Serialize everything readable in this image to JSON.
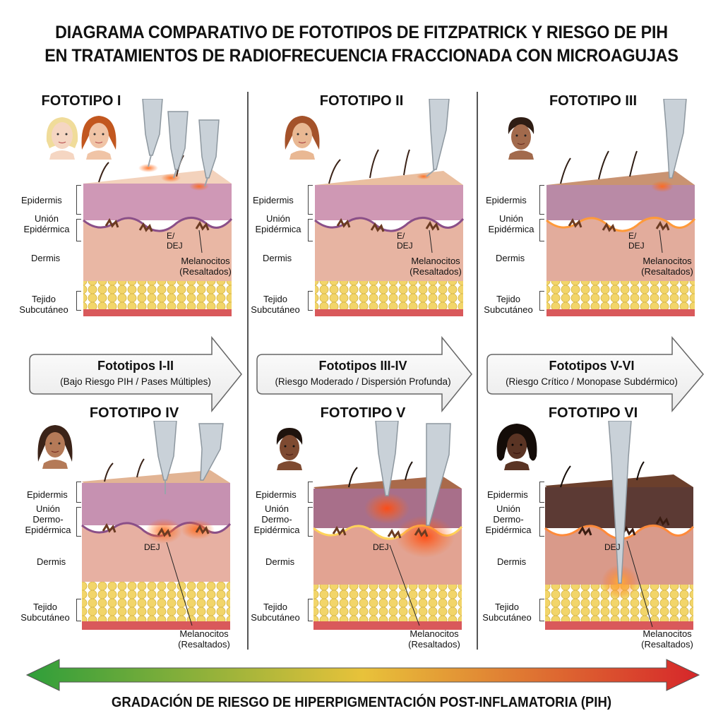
{
  "title": {
    "line1": "DIAGRAMA COMPARATIVO DE FOTOTIPOS DE FITZPATRICK Y RIESGO DE PIH",
    "line2": "EN TRATAMIENTOS DE RADIOFRECUENCIA FRACCIONADA CON MICROAGUJAS"
  },
  "colors": {
    "risk_low": "#2e9e3a",
    "risk_mid": "#e8c23a",
    "risk_high": "#d6262a",
    "melanocyte": "#6b3b22",
    "heat": "#ff6a1a"
  },
  "panels": [
    {
      "title": "FOTOTIPO I",
      "labels": [
        "Epidermis",
        "Unión Epidérmica",
        "Dermis",
        "Tejido Subcutáneo"
      ],
      "dej": "E/ DEJ",
      "melanocytes": "Melanocitos (Resaltados)",
      "skin_top": "#f3d2bc",
      "skin_side": "#e9b7a4",
      "epi_band": "#cf98b6",
      "faces": [
        "#f5d6c2",
        "#f0c4a6"
      ],
      "hair": [
        "#f0dc9a",
        "#c2571f"
      ],
      "needles": 3
    },
    {
      "title": "FOTOTIPO II",
      "labels": [
        "Epidermis",
        "Unión Epidérmica",
        "Dermis",
        "Tejido Subcutáneo"
      ],
      "dej": "E/ DEJ",
      "melanocytes": "Melanocitos (Resaltados)",
      "skin_top": "#eabfa0",
      "skin_side": "#e7b4a2",
      "epi_band": "#cf98b4",
      "faces": [
        "#e9b893"
      ],
      "hair": [
        "#a4522a"
      ],
      "needles": 1
    },
    {
      "title": "FOTOTIPO III",
      "labels": [
        "Epidermis",
        "Unión Epidérmica",
        "Dermis",
        "Tejido Subcutáneo"
      ],
      "dej": "E/ DEJ",
      "melanocytes": "Melanocitos (Resaltados)",
      "skin_top": "#c99372",
      "skin_side": "#e2ac9c",
      "epi_band": "#b98aa6",
      "faces": [
        "#a26a4c"
      ],
      "hair": [
        "#2f1d14"
      ],
      "needles": 1
    },
    {
      "title": "FOTOTIPO IV",
      "labels": [
        "Epidermis",
        "Unión Dermo-Epidérmica",
        "Dermis",
        "Tejido Subcutáneo"
      ],
      "dej": "DEJ",
      "melanocytes": "Melanocitos (Resaltados)",
      "skin_top": "#e2b494",
      "skin_side": "#e7b0a2",
      "epi_band": "#c691b1",
      "faces": [
        "#b47a58"
      ],
      "hair": [
        "#3b2318"
      ],
      "needles": 2
    },
    {
      "title": "FOTOTIPO V",
      "labels": [
        "Epidermis",
        "Unión Dermo-Epidérmica",
        "Dermis",
        "Tejido Subcutáneo"
      ],
      "dej": "DEJ",
      "melanocytes": "Melanocitos (Resaltados)",
      "skin_top": "#a96a4b",
      "skin_side": "#e2a392",
      "epi_band": "#a86f8a",
      "faces": [
        "#7e4a31"
      ],
      "hair": [
        "#1f130d"
      ],
      "needles": 2
    },
    {
      "title": "FOTOTIPO VI",
      "labels": [
        "Epidermis",
        "Unión Dermo-Epidérmica",
        "Dermis",
        "Tejido Subcutáneo"
      ],
      "dej": "DEJ",
      "melanocytes": "Melanocitos (Resaltados)",
      "skin_top": "#6b3f2c",
      "skin_side": "#d99a8a",
      "epi_band": "#5c3a34",
      "faces": [
        "#5a3424"
      ],
      "hair": [
        "#140c08"
      ],
      "needles": 1
    }
  ],
  "banners": [
    {
      "line1": "Fototipos I-II",
      "line2": "(Bajo Riesgo PIH / Pases Múltiples)"
    },
    {
      "line1": "Fototipos III-IV",
      "line2": "(Riesgo Moderado / Dispersión Profunda)"
    },
    {
      "line1": "Fototipos V-VI",
      "line2": "(Riesgo Crítico / Monopase Subdérmico)"
    }
  ],
  "risk_scale_label": "GRADACIÓN DE RIESGO DE HIPERPIGMENTACIÓN POST-INFLAMATORIA (PIH)"
}
